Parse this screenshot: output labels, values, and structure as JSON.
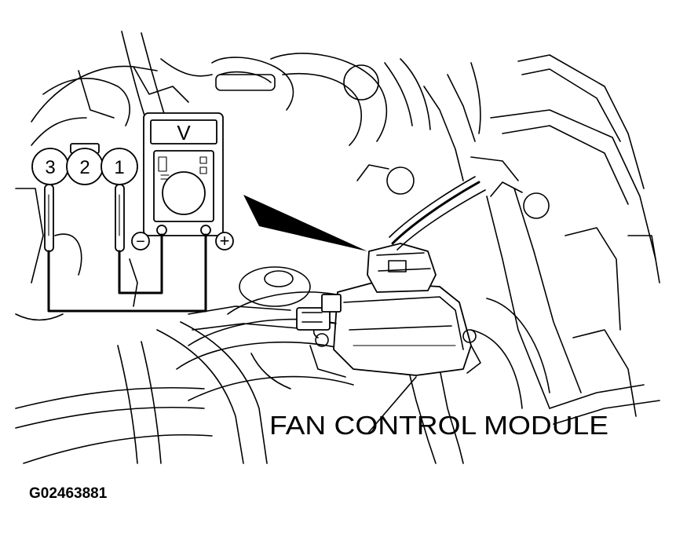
{
  "callout": {
    "label": "FAN CONTROL MODULE"
  },
  "meter": {
    "mode_symbol": "V",
    "negative_symbol": "−",
    "positive_symbol": "+"
  },
  "connector": {
    "pins": [
      "3",
      "2",
      "1"
    ]
  },
  "figure_id": "G02463881",
  "colors": {
    "ink": "#000000",
    "paper": "#ffffff"
  }
}
